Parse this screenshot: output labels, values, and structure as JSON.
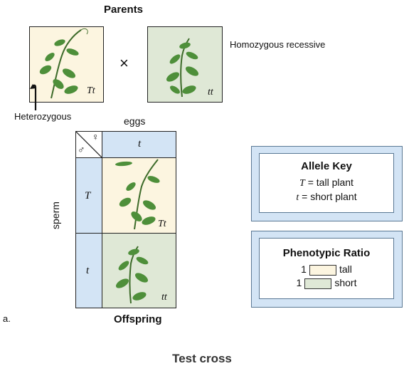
{
  "parents": {
    "title": "Parents",
    "cross_symbol": "×",
    "left_genotype": "Tt",
    "right_genotype": "tt",
    "left_label": "Heterozygous",
    "right_label": "Homozygous recessive"
  },
  "punnett": {
    "eggs_label": "eggs",
    "sperm_label": "sperm",
    "male_symbol": "♂",
    "female_symbol": "♀",
    "egg_allele": "t",
    "sperm_alleles": [
      "T",
      "t"
    ],
    "offspring_genotypes": [
      "Tt",
      "tt"
    ],
    "offspring_label": "Offspring"
  },
  "allele_key": {
    "title": "Allele Key",
    "entries": [
      {
        "allele": "T",
        "eq": "=",
        "meaning": "tall plant"
      },
      {
        "allele": "t",
        "eq": "=",
        "meaning": "short plant"
      }
    ]
  },
  "phenotypic_ratio": {
    "title": "Phenotypic Ratio",
    "entries": [
      {
        "count": "1",
        "label": "tall",
        "color": "#fcf5e0"
      },
      {
        "count": "1",
        "label": "short",
        "color": "#dfe8d6"
      }
    ]
  },
  "panel_letter": "a.",
  "caption": "Test cross",
  "colors": {
    "tall": "#fcf5e0",
    "short": "#dfe8d6",
    "allele_cell": "#d3e4f5",
    "plant": "#4e8f3a"
  }
}
